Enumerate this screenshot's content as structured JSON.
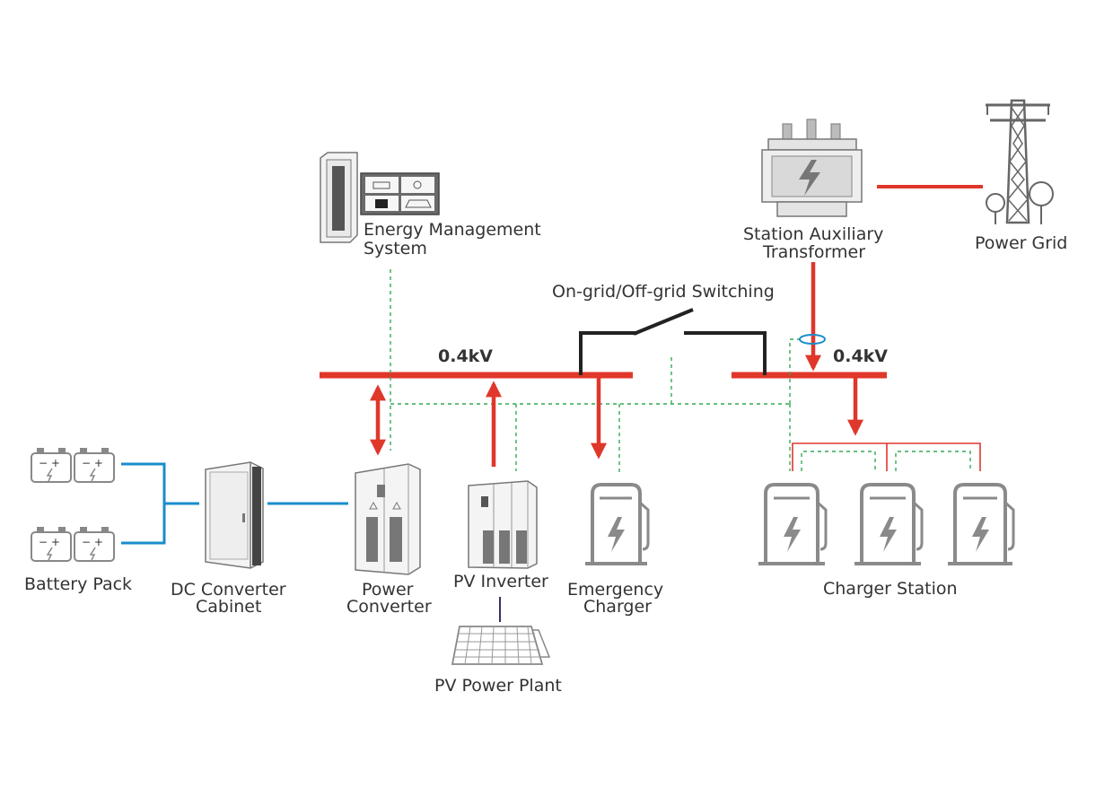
{
  "labels": {
    "energy_management": [
      "Energy Management",
      "System"
    ],
    "station_transformer": [
      "Station Auxiliary",
      "Transformer"
    ],
    "power_grid": "Power Grid",
    "switching": "On-grid/Off-grid Switching",
    "bus_left": "0.4kV",
    "bus_right": "0.4kV",
    "battery_pack": "Battery Pack",
    "dc_converter": [
      "DC Converter",
      "Cabinet"
    ],
    "power_converter": [
      "Power",
      "Converter"
    ],
    "pv_inverter": "PV Inverter",
    "emergency_charger": [
      "Emergency",
      "Charger"
    ],
    "charger_station": "Charger Station",
    "pv_power_plant": "PV Power Plant"
  },
  "icons": {
    "ems_cabinet": "server-rack-icon",
    "ems_monitor": "monitor-screen-icon",
    "transformer": "transformer-icon",
    "power_tower": "transmission-tower-icon",
    "battery": "battery-icon",
    "dc_cabinet": "cabinet-icon",
    "power_converter": "converter-cabinet-icon",
    "pv_inverter": "inverter-cabinet-icon",
    "charger": "ev-charger-icon",
    "solar_panel": "solar-panel-icon",
    "current_sensor": "current-sensor-ring-icon",
    "switch": "switch-icon"
  },
  "colors": {
    "power_line": "#e0372b",
    "dc_line": "#1a8ccc",
    "control_line": "#33aa55",
    "icon_gray": "#8a8a8a"
  }
}
